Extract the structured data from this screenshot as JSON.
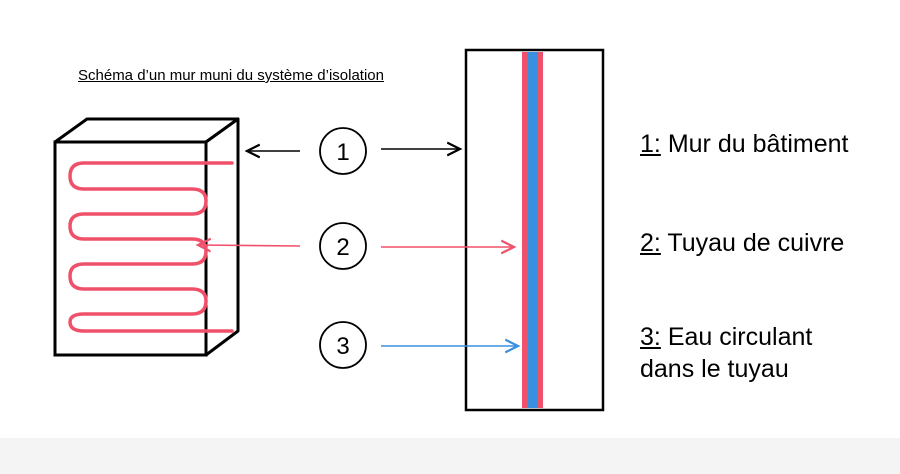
{
  "title": "Schéma d’un mur muni du système d’isolation",
  "markers": [
    {
      "number": "1"
    },
    {
      "number": "2"
    },
    {
      "number": "3"
    }
  ],
  "legend": [
    {
      "number": "1:",
      "text": "Mur du bâtiment"
    },
    {
      "number": "2:",
      "text": "Tuyau de cuivre"
    },
    {
      "number": "3:",
      "text": "Eau circulant dans le tuyau"
    }
  ],
  "colors": {
    "pipe": "#f0516a",
    "water": "#3b8fe0",
    "outline": "#000000"
  }
}
